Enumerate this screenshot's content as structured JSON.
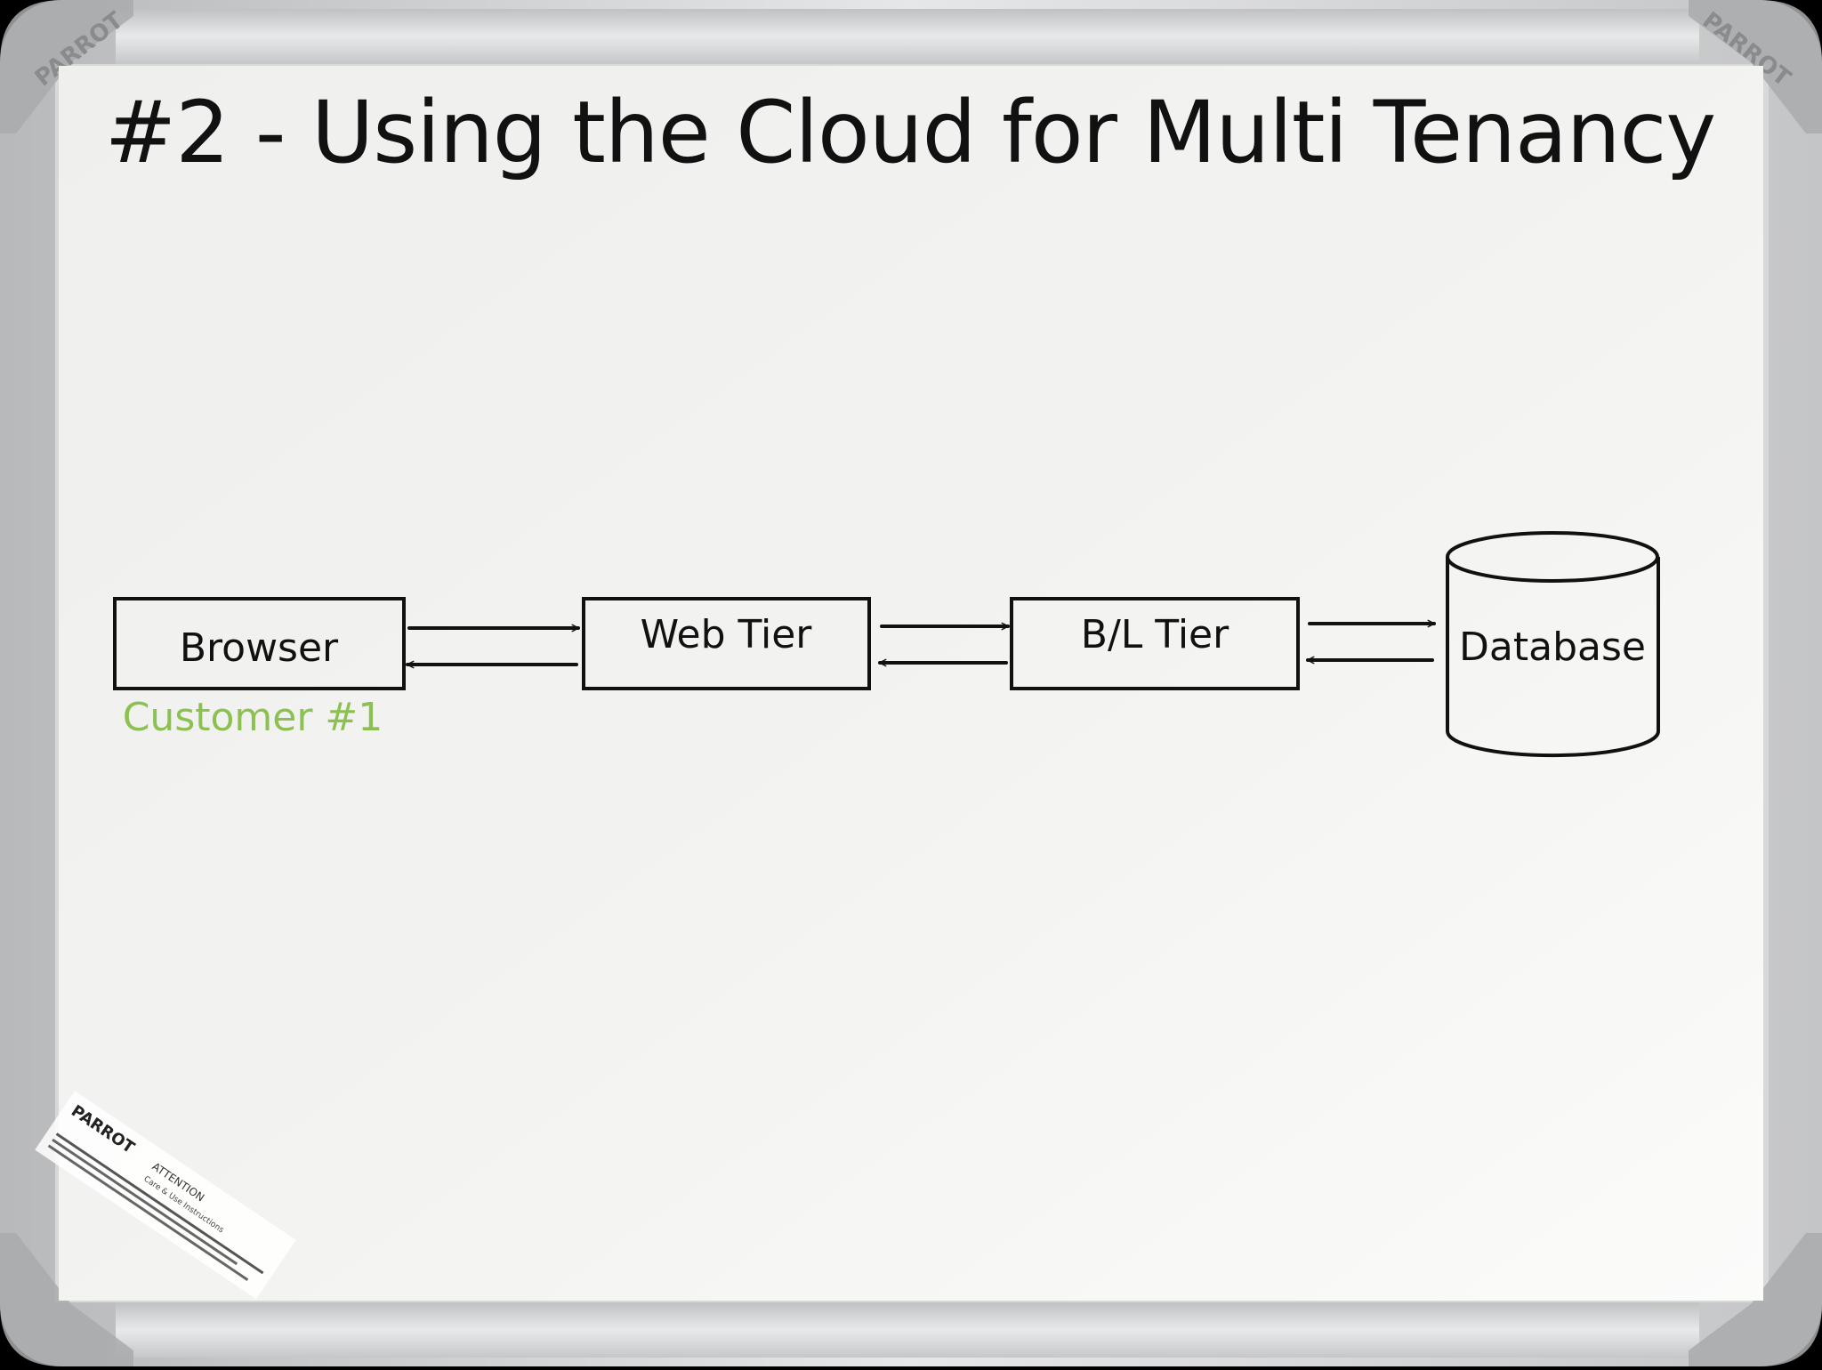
{
  "title": "#2 - Using the Cloud for Multi Tenancy",
  "nodes": {
    "browser": "Browser",
    "web_tier": "Web Tier",
    "bl_tier": "B/L Tier",
    "database": "Database"
  },
  "customer_label": "Customer #1",
  "colors": {
    "ink": "#111111",
    "board": "#f1f1ef",
    "frame": "#c9cacb",
    "customer": "#8cc152"
  },
  "brand": {
    "logo": "PARROT",
    "sticker_heading": "ATTENTION",
    "sticker_subheading": "Care & Use Instructions"
  }
}
